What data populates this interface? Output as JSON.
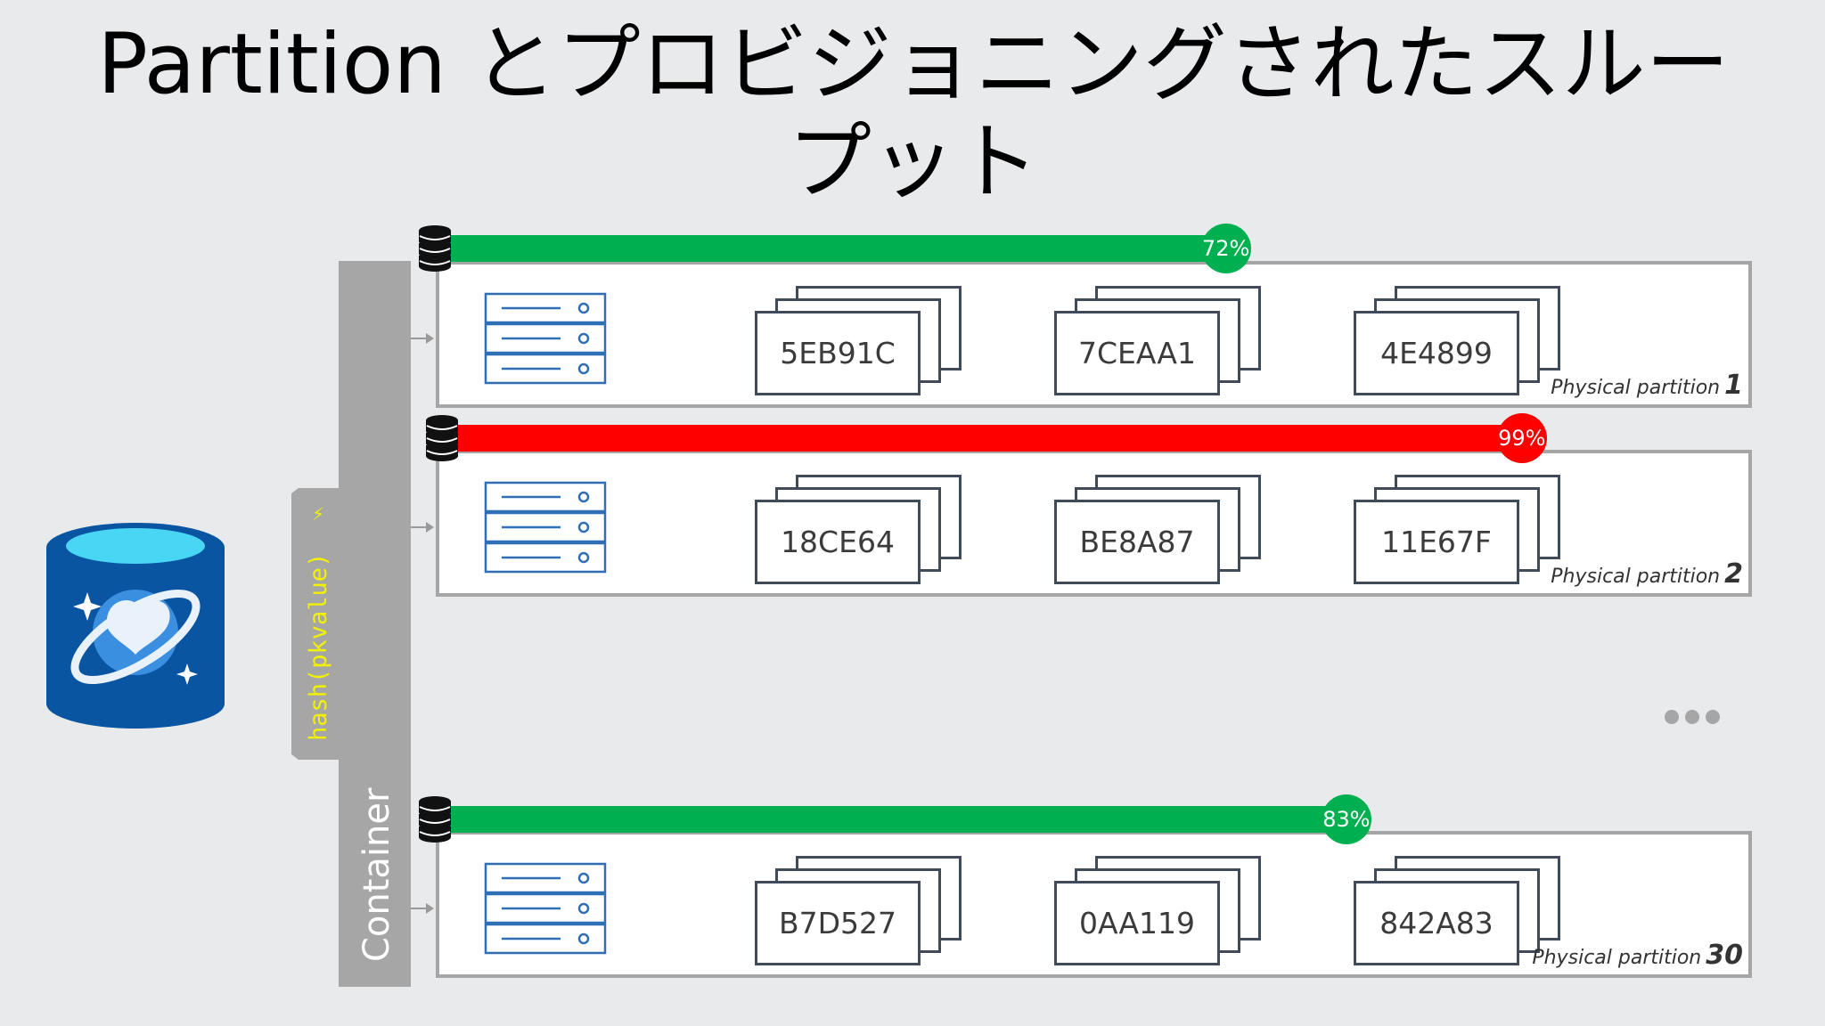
{
  "title_line1": "Partition とプロビジョニングされたスルー",
  "title_line2": "プット",
  "container_label": "Container",
  "hash_label": "hash(pkvalue)",
  "hash_icon": "lightning-icon",
  "colors": {
    "ok": "#00b050",
    "hot": "#ff0000",
    "gray": "#a6a6a6",
    "border_dark": "#414a59",
    "cosmos_blue": "#0a55a2",
    "hash_text": "#f2f200"
  },
  "partitions": [
    {
      "label": "Physical partition",
      "number": "1",
      "throughput_label": "72%",
      "throughput_fraction": 0.72,
      "status": "ok",
      "keys": [
        "5EB91C",
        "7CEAA1",
        "4E4899"
      ]
    },
    {
      "label": "Physical partition",
      "number": "2",
      "throughput_label": "99%",
      "throughput_fraction": 0.99,
      "status": "hot",
      "keys": [
        "18CE64",
        "BE8A87",
        "11E67F"
      ]
    },
    {
      "label": "Physical partition",
      "number": "30",
      "throughput_label": "83%",
      "throughput_fraction": 0.83,
      "status": "ok",
      "keys": [
        "B7D527",
        "0AA119",
        "842A83"
      ]
    }
  ]
}
